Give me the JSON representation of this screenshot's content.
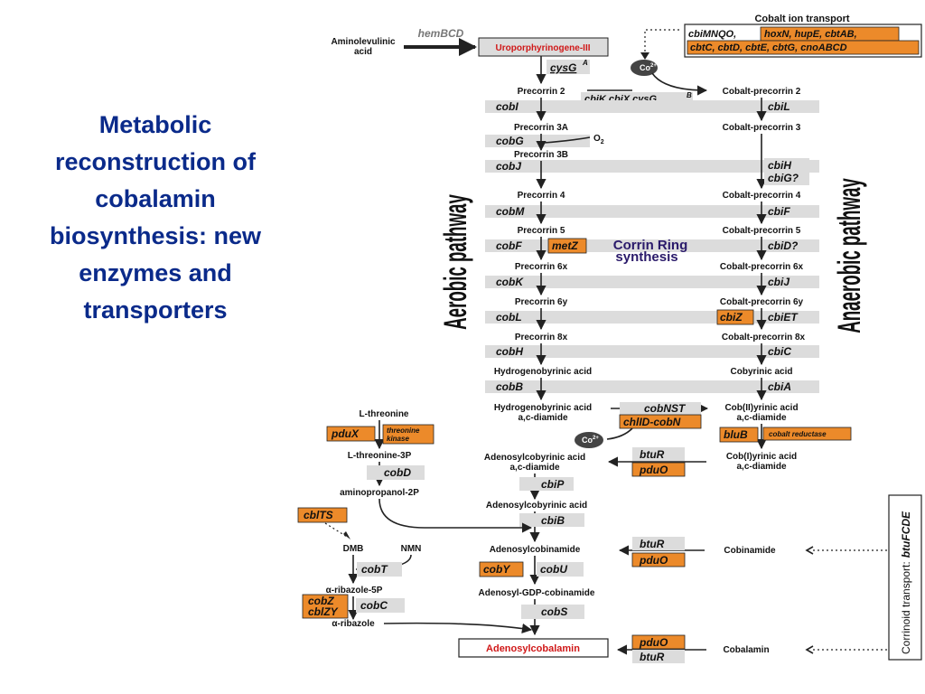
{
  "title_lines": [
    "Metabolic",
    "reconstruction of",
    "cobalamin",
    "biosynthesis: new",
    "enzymes and",
    "transporters"
  ],
  "top": {
    "aminolevulinic_line1": "Aminolevulinic",
    "aminolevulinic_line2": "acid",
    "hemBCD": "hemBCD",
    "uroporphyrinogen": "Uroporphyrinogene-III",
    "cysG": "cysG",
    "cysG_sup": "A",
    "cobalt_ion_transport": "Cobalt ion transport",
    "transport_line1_a": "cbiMNQO,",
    "transport_line1_b": "hoxN, hupE, cbtAB,",
    "transport_line2": "cbtC, cbtD, cbtE, cbtG, cnoABCD",
    "co_ion": "Co",
    "co_charge": "2+",
    "cbiK_group": "cbiK,cbiX,cysG",
    "cbiK_sup": "B"
  },
  "aerobic": {
    "label": "Aerobic pathway",
    "precorrin2": "Precorrin 2",
    "cobI": "cobI",
    "precorrin3a": "Precorrin 3A",
    "cobG": "cobG",
    "o2": "O",
    "o2_sub": "2",
    "precorrin3b": "Precorrin 3B",
    "cobJ": "cobJ",
    "precorrin4": "Precorrin 4",
    "cobM": "cobM",
    "precorrin5": "Precorrin 5",
    "cobF": "cobF",
    "metZ": "metZ",
    "precorrin6x": "Precorrin 6x",
    "cobK": "cobK",
    "precorrin6y": "Precorrin 6y",
    "cobL": "cobL",
    "precorrin8x": "Precorrin 8x",
    "cobH": "cobH",
    "hydrogenobyrinic": "Hydrogenobyrinic acid",
    "cobB": "cobB",
    "hbad_line1": "Hydrogenobyrinic acid",
    "hbad_line2": "a,c-diamide"
  },
  "anaerobic": {
    "label": "Anaerobic pathway",
    "cp2": "Cobalt-precorrin 2",
    "cbiL": "cbiL",
    "cp3": "Cobalt-precorrin 3",
    "cbiH": "cbiH",
    "cbiG": "cbiG?",
    "cp4": "Cobalt-precorrin 4",
    "cbiF": "cbiF",
    "cp5": "Cobalt-precorrin 5",
    "cbiD": "cbiD?",
    "cp6x": "Cobalt-precorrin 6x",
    "cbiJ": "cbiJ",
    "cp6y": "Cobalt-precorrin 6y",
    "cbiZ": "cbiZ",
    "cbiET": "cbiET",
    "cp8x": "Cobalt-precorrin 8x",
    "cbiC": "cbiC",
    "cobyrinic": "Cobyrinic acid",
    "cbiA": "cbiA",
    "cob2_line1": "Cob(II)yrinic acid",
    "cob2_line2": "a,c-diamide",
    "bluB": "bluB",
    "cobalt_reductase": "cobalt reductase",
    "cob1_line1": "Cob(I)yrinic acid",
    "cob1_line2": "a,c-diamide"
  },
  "corrin": {
    "line1": "Corrin Ring",
    "line2": "synthesis"
  },
  "chelatase": {
    "cobNST": "cobNST",
    "chlID": "chlID-cobN"
  },
  "lower": {
    "adocby_diamide_line1": "Adenosylcobyrinic acid",
    "adocby_diamide_line2": "a,c-diamide",
    "btuR": "btuR",
    "pduO": "pduO",
    "cbiP": "cbiP",
    "adocby": "Adenosylcobyrinic acid",
    "cbiB": "cbiB",
    "adocbi": "Adenosylcobinamide",
    "cobinamide": "Cobinamide",
    "cobY": "cobY",
    "cobU": "cobU",
    "adogdp": "Adenosyl-GDP-cobinamide",
    "cobS": "cobS",
    "adocbl": "Adenosylcobalamin",
    "cobalamin": "Cobalamin",
    "corrinoid_transport": "Corrinoid transport:",
    "btuFCDE": "btuFCDE"
  },
  "threonine": {
    "lthr": "L-threonine",
    "pduX": "pduX",
    "thr_kinase_1": "threonine",
    "thr_kinase_2": "kinase",
    "lthr3p": "L-threonine-3P",
    "cobD": "cobD",
    "amino2p": "aminopropanol-2P",
    "cblTS": "cblTS",
    "dmb": "DMB",
    "nmn": "NMN",
    "cobT": "cobT",
    "alpha": "α",
    "ribazole5p": "-ribazole-5P",
    "cobZ": "cobZ",
    "cblZY": "cblZY",
    "cobC": "cobC",
    "ribazole": "-ribazole"
  }
}
